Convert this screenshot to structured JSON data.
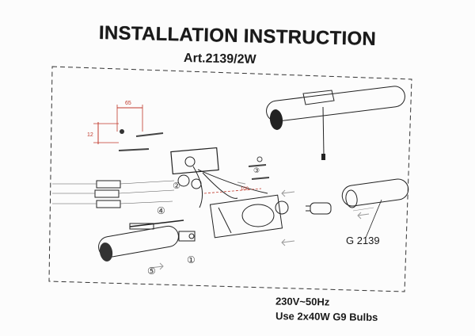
{
  "header": {
    "title": "INSTALLATION INSTRUCTION",
    "article": "Art.2139/2W"
  },
  "diagram": {
    "dimension_top": "65",
    "dimension_side": "12",
    "dimension_mid": "100",
    "step_markers": [
      "④",
      "①",
      "⑤",
      "②",
      "③"
    ],
    "part_reference": "G 2139"
  },
  "specs": {
    "voltage": "230V~50Hz",
    "bulbs": "Use 2x40W G9 Bulbs"
  }
}
